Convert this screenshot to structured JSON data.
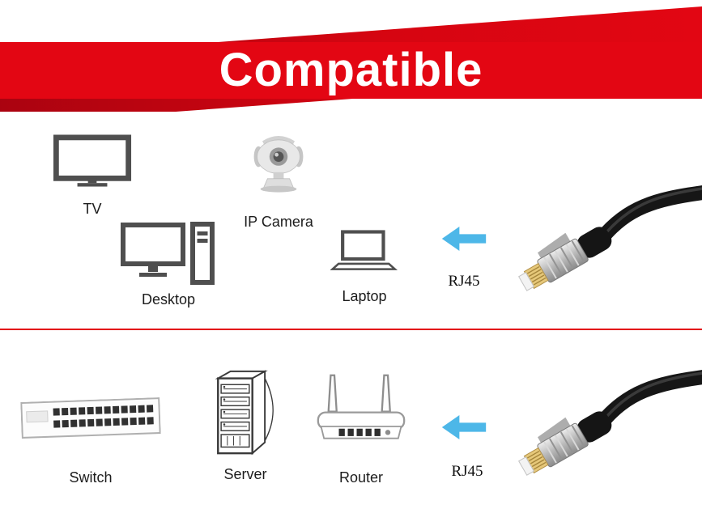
{
  "banner": {
    "title": "Compatible"
  },
  "rows": {
    "top": {
      "devices": [
        {
          "id": "tv",
          "label": "TV",
          "icon": "tv-icon"
        },
        {
          "id": "ip-camera",
          "label": "IP Camera",
          "icon": "ip-camera-icon"
        },
        {
          "id": "desktop",
          "label": "Desktop",
          "icon": "desktop-icon"
        },
        {
          "id": "laptop",
          "label": "Laptop",
          "icon": "laptop-icon"
        }
      ],
      "arrow_icon": "arrow-left-icon",
      "connector_label": "RJ45",
      "cable_image": "rj45-cable-image"
    },
    "bottom": {
      "devices": [
        {
          "id": "switch",
          "label": "Switch",
          "icon": "switch-icon"
        },
        {
          "id": "server",
          "label": "Server",
          "icon": "server-icon"
        },
        {
          "id": "router",
          "label": "Router",
          "icon": "router-icon"
        }
      ],
      "arrow_icon": "arrow-left-icon",
      "connector_label": "RJ45",
      "cable_image": "rj45-cable-image"
    }
  },
  "colors": {
    "banner_red": "#e30613",
    "banner_red_dark": "#a80310",
    "divider_red": "#e30613",
    "arrow_blue": "#4db7e8",
    "icon_gray": "#4f4f4f",
    "text_dark": "#1c1c1c"
  }
}
